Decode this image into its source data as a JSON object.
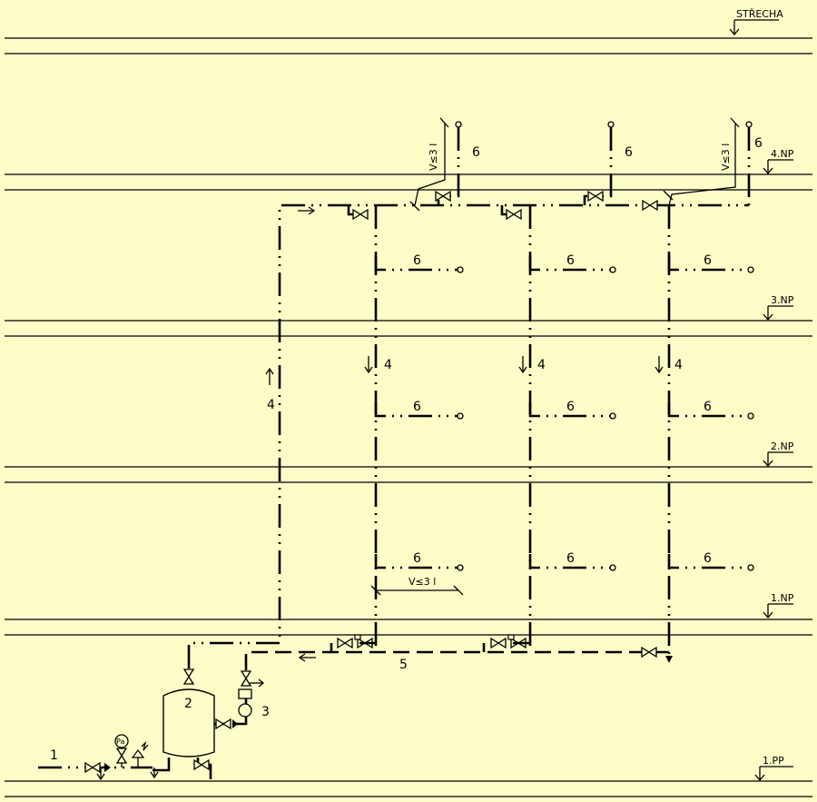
{
  "floors": [
    {
      "id": "roof",
      "label": "STŘECHA"
    },
    {
      "id": "4np",
      "label": "4.NP"
    },
    {
      "id": "3np",
      "label": "3.NP"
    },
    {
      "id": "2np",
      "label": "2.NP"
    },
    {
      "id": "1np",
      "label": "1.NP"
    },
    {
      "id": "1pp",
      "label": "1.PP"
    }
  ],
  "markers": {
    "inlet": "1",
    "storage_tank": "2",
    "circulation_pump": "3",
    "riser": "4",
    "circulation_return": "5",
    "outlet": "6"
  },
  "annotations": {
    "volume_limit": "V≤3 l",
    "pressure_gauge": "Pa"
  },
  "colors": {
    "background": "#fefdc8",
    "lines": "#000000"
  }
}
